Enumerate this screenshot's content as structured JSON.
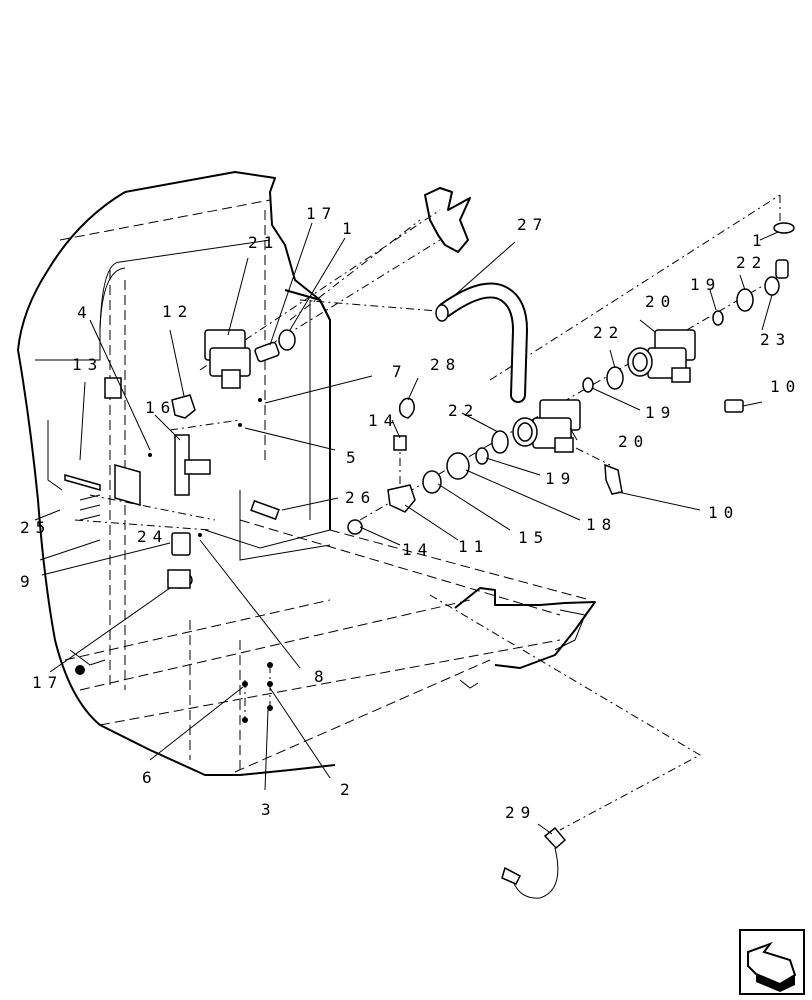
{
  "diagram": {
    "labels": {
      "l1a": "1",
      "l1b": "1",
      "l2": "2",
      "l3": "3",
      "l4": "4",
      "l5": "5",
      "l6": "6",
      "l7": "7",
      "l8": "8",
      "l9": "9",
      "l10a": "10",
      "l10b": "10",
      "l11": "11",
      "l12": "12",
      "l13": "13",
      "l14a": "14",
      "l14b": "14",
      "l15": "15",
      "l16": "16",
      "l17a": "17",
      "l17b": "17",
      "l18": "18",
      "l19a": "19",
      "l19b": "19",
      "l20a": "20",
      "l20b": "20",
      "l21": "21",
      "l22a": "22",
      "l22b": "22",
      "l22c": "22",
      "l23": "23",
      "l24": "24",
      "l25": "25",
      "l26": "26",
      "l27": "27",
      "l28": "28",
      "l29": "29"
    }
  }
}
